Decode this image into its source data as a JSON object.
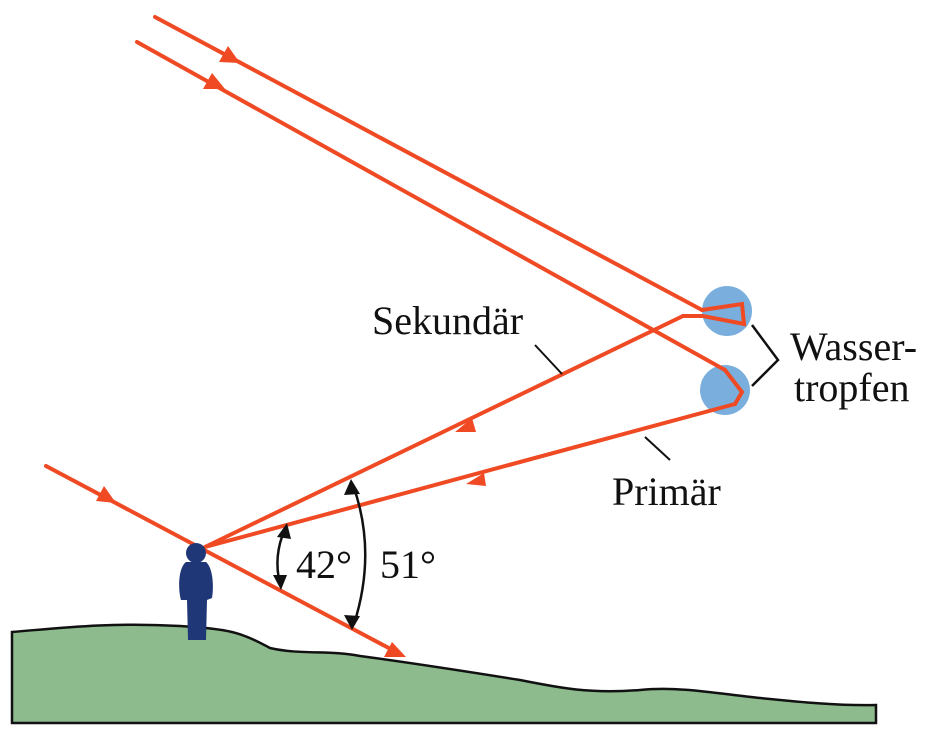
{
  "labels": {
    "secondary": "Sekundär",
    "primary": "Primär",
    "drops_line1": "Wasser-",
    "drops_line2": "tropfen",
    "angle_primary": "42°",
    "angle_secondary": "51°"
  },
  "colors": {
    "ray": "#ef4a23",
    "droplet": "#7aaedd",
    "ground": "#8dbb8e",
    "ground_outline": "#111111",
    "person": "#1f3777",
    "pointer": "#111111",
    "text": "#111111"
  },
  "icons": {
    "observer": "person-silhouette-icon",
    "droplet": "water-droplet-icon"
  }
}
